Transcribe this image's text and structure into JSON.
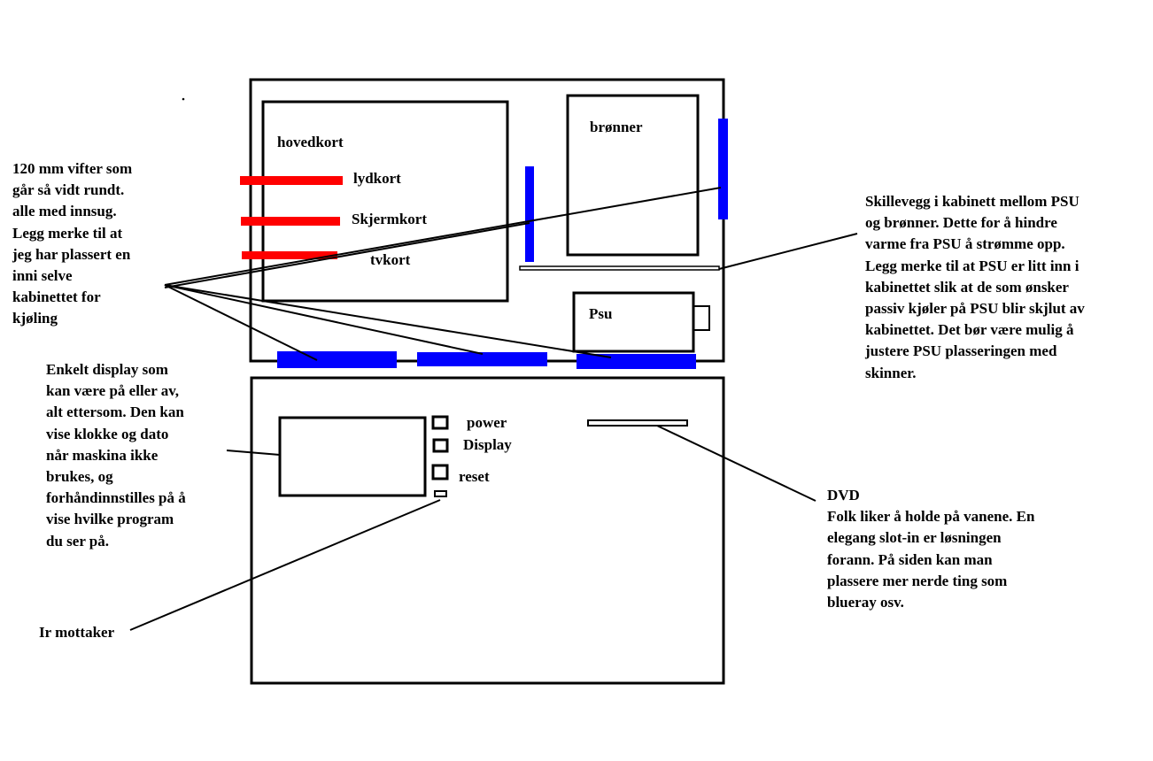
{
  "colors": {
    "outline": "#000000",
    "fan": "#0000ff",
    "card": "#ff0000",
    "background": "#ffffff"
  },
  "case_labels": {
    "motherboard": "hovedkort",
    "cooler": "brønner",
    "psu": "Psu",
    "sound_card": "lydkort",
    "graphics_card": "Skjermkort",
    "tv_card": "tvkort"
  },
  "front_panel": {
    "power": "power",
    "display": "Display",
    "reset": "reset"
  },
  "annotations": {
    "fans": [
      "120 mm vifter som",
      "går så vidt rundt.",
      "alle med innsug.",
      "Legg merke til at",
      "jeg har plassert en",
      "inni selve",
      "kabinettet for",
      "kjøling"
    ],
    "divider": [
      "Skillevegg i kabinett mellom PSU",
      "og brønner. Dette for å hindre",
      "varme fra PSU å strømme opp.",
      "Legg merke til at PSU er litt inn i",
      "kabinettet slik at de som ønsker",
      "passiv kjøler på PSU blir skjlut av",
      "kabinettet. Det bør være mulig å",
      "justere PSU plasseringen med",
      "skinner."
    ],
    "display": [
      "Enkelt display som",
      "kan være på eller av,",
      "alt ettersom. Den kan",
      "vise klokke og dato",
      "når maskina ikke",
      "brukes, og",
      "forhåndinnstilles på å",
      "vise hvilke program",
      "du ser på."
    ],
    "dvd": [
      "DVD",
      "Folk liker å holde på vanene. En",
      "elegang slot-in er løsningen",
      "forann. På siden kan man",
      "plassere mer nerde ting som",
      "blueray  osv."
    ],
    "ir": "Ir mottaker"
  }
}
